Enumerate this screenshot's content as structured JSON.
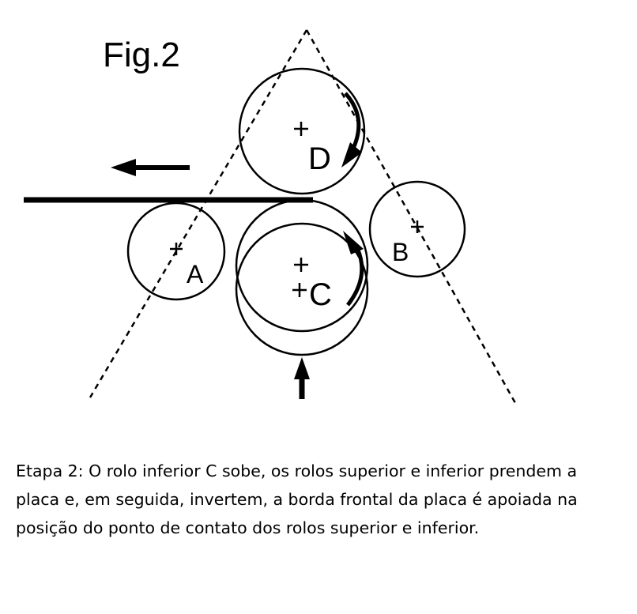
{
  "figure": {
    "title": "Fig.2",
    "rolls": [
      {
        "id": "A",
        "label": "A"
      },
      {
        "id": "B",
        "label": "B"
      },
      {
        "id": "C",
        "label": "C"
      },
      {
        "id": "D",
        "label": "D"
      }
    ]
  },
  "caption": "Etapa 2: O rolo inferior C sobe, os rolos superior e inferior prendem a placa e, em seguida, invertem, a borda frontal da placa é apoiada na posição do ponto de contato dos rolos superior e inferior.",
  "colors": {
    "line": "#000000",
    "background": "#ffffff"
  }
}
